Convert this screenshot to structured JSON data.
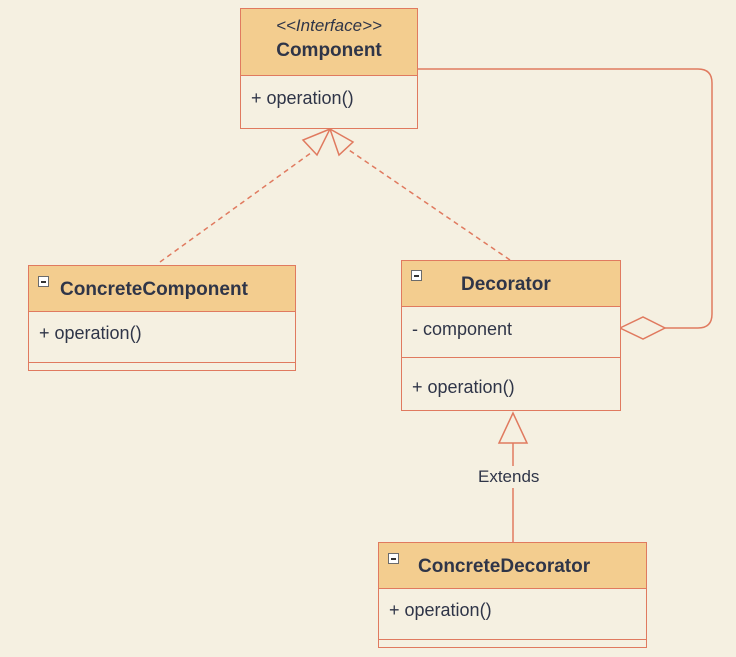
{
  "colors": {
    "background": "#f5f0e1",
    "header_fill": "#f3cd8f",
    "border": "#e07a5f",
    "text": "#2f3548"
  },
  "classes": {
    "component": {
      "stereotype": "<<Interface>>",
      "name": "Component",
      "operations": [
        "+ operation()"
      ]
    },
    "concrete_component": {
      "name": "ConcreteComponent",
      "operations": [
        "+ operation()"
      ]
    },
    "decorator": {
      "name": "Decorator",
      "attributes": [
        "- component"
      ],
      "operations": [
        "+ operation()"
      ]
    },
    "concrete_decorator": {
      "name": "ConcreteDecorator",
      "operations": [
        "+ operation()"
      ]
    }
  },
  "relations": {
    "extends_label": "Extends"
  },
  "icons": {
    "collapse": "collapse-toggle-icon"
  }
}
